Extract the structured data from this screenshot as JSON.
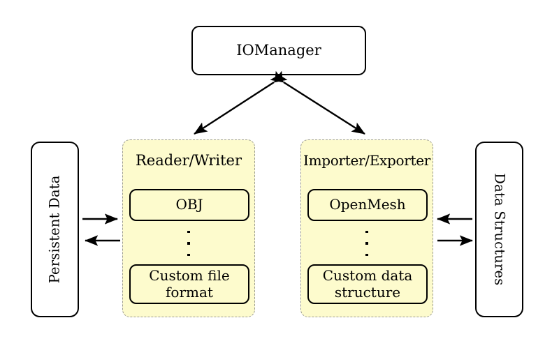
{
  "diagram": {
    "title_node": {
      "label": "IOManager"
    },
    "left_store": {
      "label": "Persistent Data"
    },
    "right_store": {
      "label": "Data Structures"
    },
    "panels": [
      {
        "name": "reader-writer",
        "title": "Reader/Writer",
        "top_item": "OBJ",
        "ellipsis": "⋮",
        "bottom_item_line1": "Custom",
        "bottom_item_line2": "file format"
      },
      {
        "name": "importer-exporter",
        "title": "Importer/Exporter",
        "top_item": "OpenMesh",
        "ellipsis": "⋮",
        "bottom_item_line1": "Custom data",
        "bottom_item_line2": "structure"
      }
    ],
    "connections": [
      {
        "name": "iomanager-to-reader-writer",
        "style": "double-headed-diagonal"
      },
      {
        "name": "iomanager-to-importer-exporter",
        "style": "double-headed-diagonal"
      },
      {
        "name": "persistent-data-to-reader-writer",
        "style": "arrow-right"
      },
      {
        "name": "reader-writer-to-persistent-data",
        "style": "arrow-left"
      },
      {
        "name": "importer-exporter-to-data-structures",
        "style": "arrow-left"
      },
      {
        "name": "data-structures-to-importer-exporter",
        "style": "arrow-right"
      }
    ],
    "colors": {
      "panel_fill": "#fdfbcd",
      "panel_border": "#9a9a90",
      "node_border": "#000000",
      "background": "#ffffff"
    }
  }
}
